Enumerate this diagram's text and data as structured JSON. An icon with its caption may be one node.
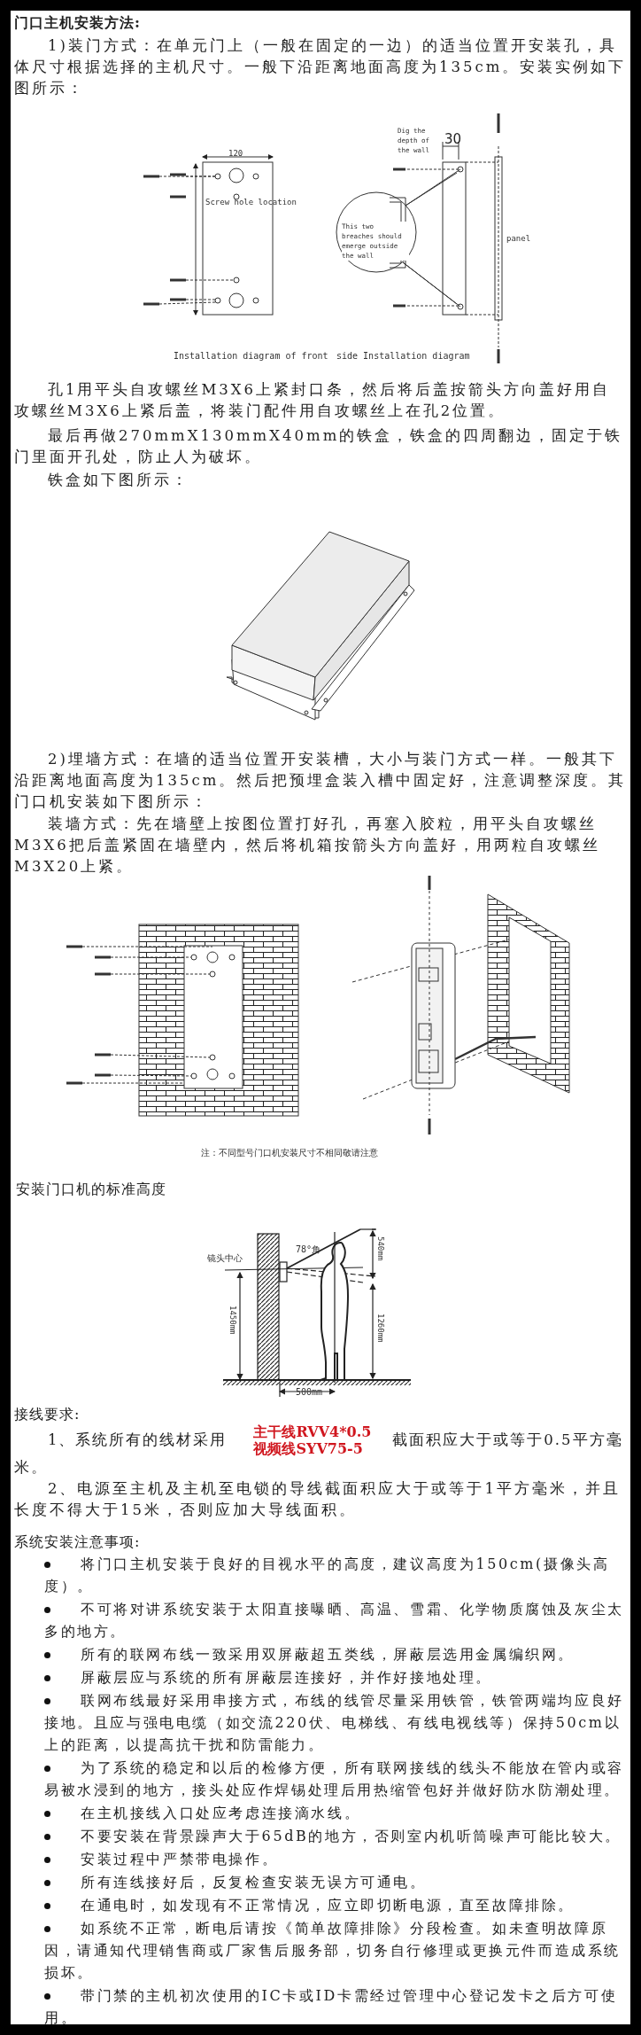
{
  "diagram": {
    "title": "门口主机安装方法:",
    "labels": [
      "1)装门方式：在单元门上（一般在固定的一边）的适当位置开安装孔，具体尺寸根据选择的主机尺寸。一般下沿距离地面高度为135cm。安装实例如下图所示：",
      "120",
      "Screw hole location",
      "Dig the depth of the wall",
      "30",
      "This two breaches should emerge outside the wall",
      "panel",
      "Installation diagram of front",
      "side Installation diagram",
      "孔1用平头自攻螺丝M3X6上紧封口条，然后将后盖按箭头方向盖好用自攻螺丝M3X6上紧后盖，将装门配件用自攻螺丝上在孔2位置。",
      "最后再做270mmX130mmX40mm的铁盒，铁盒的四周翻边，固定于铁门里面开孔处，防止人为破坏。",
      "铁盒如下图所示：",
      "2)埋墙方式：在墙的适当位置开安装槽，大小与装门方式一样。一般其下沿距离地面高度为135cm。然后把预埋盒装入槽中固定好，注意调整深度。其门口机安装如下图所示：",
      "装墙方式：先在墙壁上按图位置打好孔，再塞入胶粒，用平头自攻螺丝M3X6把后盖紧固在墙壁内，然后将机箱按箭头方向盖好，用两粒自攻螺丝M3X20上紧。",
      "注：不同型号门口机安装尺寸不相同敬请注意",
      "安装门口机的标准高度",
      "镜头中心",
      "78°角",
      "540mm",
      "1450mm",
      "1260mm",
      "500mm",
      "接线要求:",
      "1、系统所有的线材采用",
      "主干线RVV4*0.5",
      "视频线SYV75-5",
      "截面积应大于或等于0.5平方毫米。",
      "2、电源至主机及主机至电锁的导线截面积应大于或等于1平方毫米，并且长度不得大于15米，否则应加大导线面积。",
      "系统安装注意事项:",
      "将门口主机安装于良好的目视水平的高度，建议高度为150cm(摄像头高度）。",
      "不可将对讲系统安装于太阳直接曝晒、高温、雪霜、化学物质腐蚀及灰尘太多的地方。",
      "所有的联网布线一致采用双屏蔽超五类线，屏蔽层选用金属编织网。",
      "屏蔽层应与系统的所有屏蔽层连接好，并作好接地处理。",
      "联网布线最好采用串接方式，布线的线管尽量采用铁管，铁管两端均应良好接地。且应与强电电缆（如交流220伏、电梯线、有线电视线等）保持50cm以上的距离，以提高抗干扰和防雷能力。",
      "为了系统的稳定和以后的检修方便，所有联网接线的线头不能放在管内或容易被水浸到的地方，接头处应作焊锡处理后用热缩管包好并做好防水防潮处理。",
      "在主机接线入口处应考虑连接滴水线。",
      "不要安装在背景躁声大于65dB的地方，否则室内机听筒噪声可能比较大。",
      "安装过程中严禁带电操作。",
      "所有连线接好后，反复检查安装无误方可通电。",
      "在通电时，如发现有不正常情况，应立即切断电源，直至故障排除。",
      "如系统不正常，断电后请按《简单故障排除》分段检查。如未查明故障原因，请通知代理销售商或厂家售后服务部，切务自行修理或更换元件而造成系统损坏。",
      "带门禁的主机初次使用的IC卡或ID卡需经过管理中心登记发卡之后方可使用。"
    ]
  }
}
